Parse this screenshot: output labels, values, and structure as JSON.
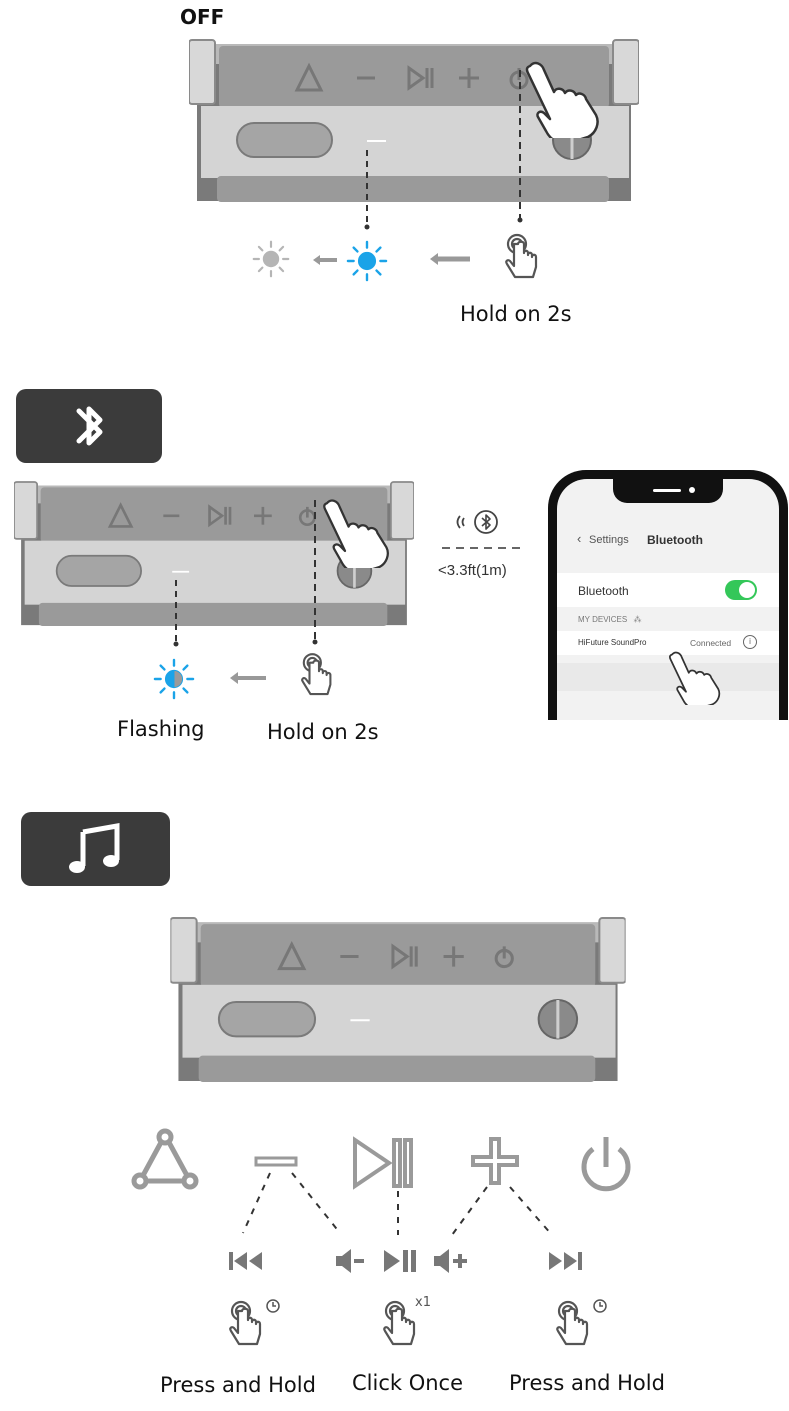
{
  "section_off": {
    "title": "OFF",
    "hold_label": "Hold on 2s"
  },
  "section_bluetooth": {
    "hold_label": "Hold on 2s",
    "flashing_label": "Flashing",
    "distance_label": "<3.3ft(1m)"
  },
  "phone": {
    "back_label": "Settings",
    "title": "Bluetooth",
    "bluetooth_label": "Bluetooth",
    "my_devices_label": "MY DEVICES",
    "device_name": "HiFuture SoundPro",
    "device_status": "Connected",
    "toggle_on": true
  },
  "section_music": {
    "click_label": "Click Once",
    "click_count": "x1",
    "press_hold_left": "Press and Hold",
    "press_hold_right": "Press and Hold"
  },
  "colors": {
    "led_blue": "#1aa3e8",
    "led_gray": "#b5b5b5",
    "toggle_green": "#34c759",
    "badge_bg": "#3b3b3b"
  }
}
